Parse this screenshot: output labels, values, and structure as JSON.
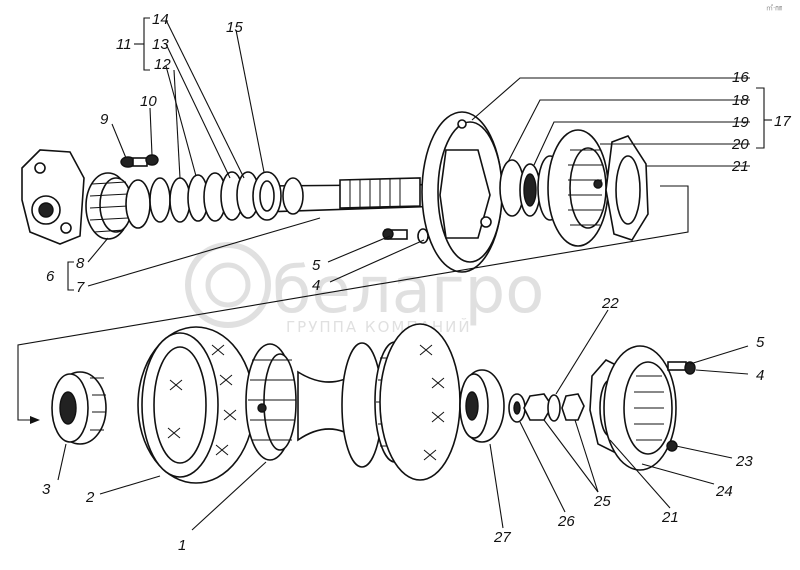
{
  "diagram": {
    "callouts": {
      "n1": "1",
      "n2": "2",
      "n3": "3",
      "n4a": "4",
      "n4b": "4",
      "n5a": "5",
      "n5b": "5",
      "n6": "6",
      "n7": "7",
      "n8": "8",
      "n9": "9",
      "n10": "10",
      "n11": "11",
      "n12": "12",
      "n13": "13",
      "n14": "14",
      "n15": "15",
      "n16": "16",
      "n17": "17",
      "n18": "18",
      "n19": "19",
      "n20": "20",
      "n21a": "21",
      "n21b": "21",
      "n22": "22",
      "n23": "23",
      "n24": "24",
      "n25": "25",
      "n26": "26",
      "n27": "27"
    },
    "corner_mark": "㎡·㎜"
  },
  "watermark": {
    "brand": "белагро",
    "tagline": "ГРУППА КОМПАНИЙ"
  }
}
